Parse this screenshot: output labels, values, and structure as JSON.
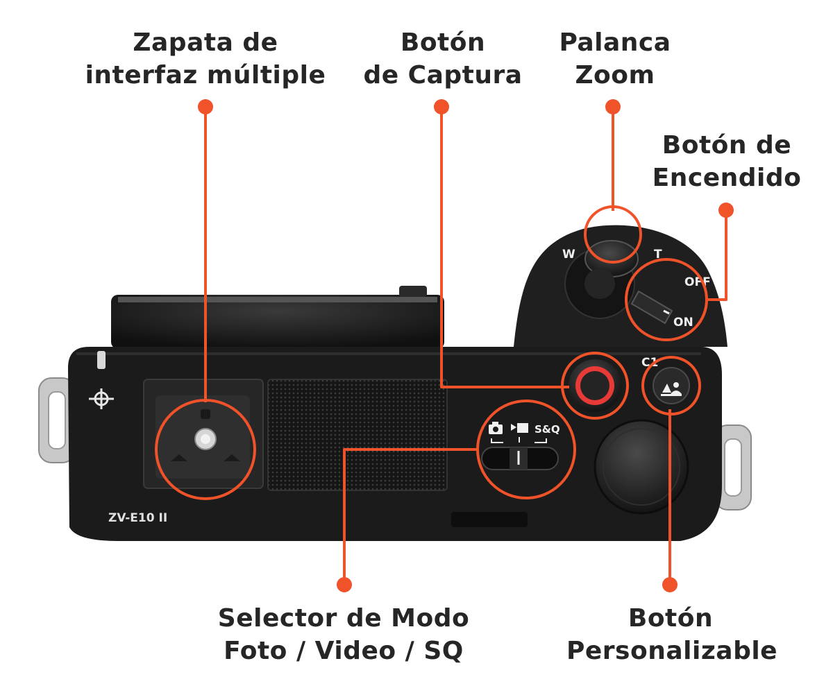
{
  "callouts": {
    "hot_shoe": {
      "line1": "Zapata de",
      "line2": "interfaz múltiple"
    },
    "shutter": {
      "line1": "Botón",
      "line2": "de Captura"
    },
    "zoom": {
      "line1": "Palanca",
      "line2": "Zoom"
    },
    "power": {
      "line1": "Botón de",
      "line2": "Encendido"
    },
    "mode": {
      "line1": "Selector de Modo",
      "line2": "Foto / Video / SQ"
    },
    "custom": {
      "line1": "Botón",
      "line2": "Personalizable"
    }
  },
  "camera": {
    "model": "ZV-E10 II",
    "dial_w": "W",
    "dial_t": "T",
    "power_off": "OFF",
    "power_on": "ON",
    "c1": "C1",
    "mode_sq": "S&Q"
  },
  "colors": {
    "accent": "#f0522a",
    "body": "#1b1b1b",
    "text": "#262626"
  },
  "icons": [
    "camera-icon",
    "video-icon",
    "focus-plane-icon",
    "scene-icon"
  ]
}
